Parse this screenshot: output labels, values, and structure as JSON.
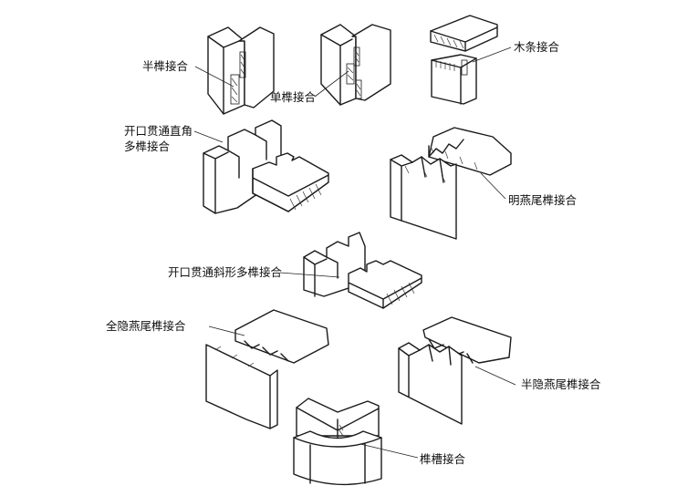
{
  "figure": {
    "type": "woodworking joint types illustration",
    "labels": {
      "half_mortise": "半榫接合",
      "single_mortise": "单榫接合",
      "wood_strip": "木条接合",
      "open_straight_multi_line1": "开口贯通直角",
      "open_straight_multi_line2": "多榫接合",
      "exposed_dovetail": "明燕尾榫接合",
      "open_oblique_multi": "开口贯通斜形多榫接合",
      "full_hidden_dovetail": "全隐燕尾榫接合",
      "half_hidden_dovetail": "半隐燕尾榫接合",
      "tongue_groove": "榫槽接合"
    }
  }
}
